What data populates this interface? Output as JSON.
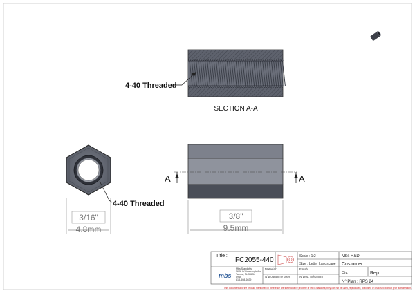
{
  "section_view": {
    "label": "SECTION A-A",
    "callout": "4-40 Threaded"
  },
  "end_view": {
    "callout": "4-40 Threaded",
    "dim_inch": "3/16\"",
    "dim_mm": "4.8mm"
  },
  "side_view": {
    "cut_mark_left": "A",
    "cut_mark_right": "A",
    "dim_inch": "3/8\"",
    "dim_mm": "9.5mm"
  },
  "title_block": {
    "title_label": "Title :",
    "title": "FC2055-440",
    "scale": "Scale : 1:2",
    "size": "Size : Letter Landscape",
    "company": "Mbs R&D",
    "customer_label": "Customer:",
    "material_label": "Material:",
    "finish_label": "Finish",
    "qty_label": "Qty:",
    "rep_label": "Rep :",
    "laser_label": "N°programme laser",
    "mecanum_label": "N°prog. Mécanum",
    "plan_no": "N° Plan : RPS 24",
    "logo_text": "mbs",
    "address_lines": [
      "Mbs Standoffs",
      "5646 W Linebaugh Ave",
      "Tampa, FL 33634",
      "USA",
      "813-508-6029"
    ]
  },
  "disclaimer": "This document and the product mentioned in Reference are the exclusive property of MBS-Standoffs; they can not be used, reproduced, disclosed or disclosed without prior authorization.",
  "colors": {
    "part_dark": "#5f6470",
    "part_mid": "#7b808c",
    "part_light": "#9a9ea8",
    "thread": "#3b3f48",
    "disclaimer": "#cc2222"
  }
}
